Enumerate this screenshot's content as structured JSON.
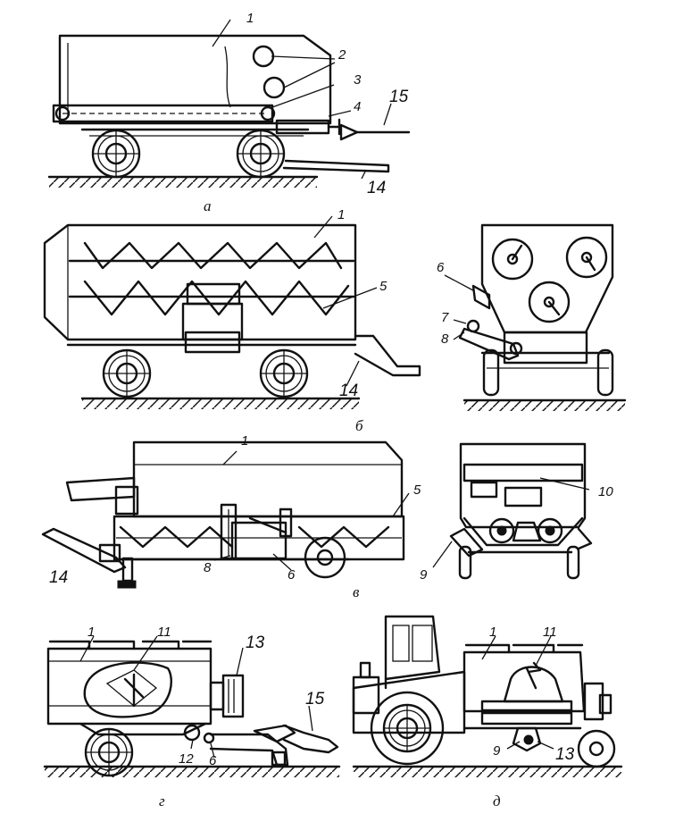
{
  "captions": {
    "a": "а",
    "b": "б",
    "v": "в",
    "g": "г",
    "d": "д"
  },
  "view_a": {
    "labels": [
      "1",
      "2",
      "3",
      "4",
      "15",
      "14"
    ]
  },
  "view_b": {
    "labels": [
      "1",
      "5",
      "14",
      "6",
      "7",
      "8"
    ]
  },
  "view_v": {
    "labels": [
      "1",
      "5",
      "14",
      "8",
      "6",
      "10",
      "9"
    ]
  },
  "view_g": {
    "labels": [
      "1",
      "11",
      "13",
      "15",
      "12",
      "6"
    ]
  },
  "view_d": {
    "labels": [
      "1",
      "11",
      "9",
      "13"
    ]
  }
}
